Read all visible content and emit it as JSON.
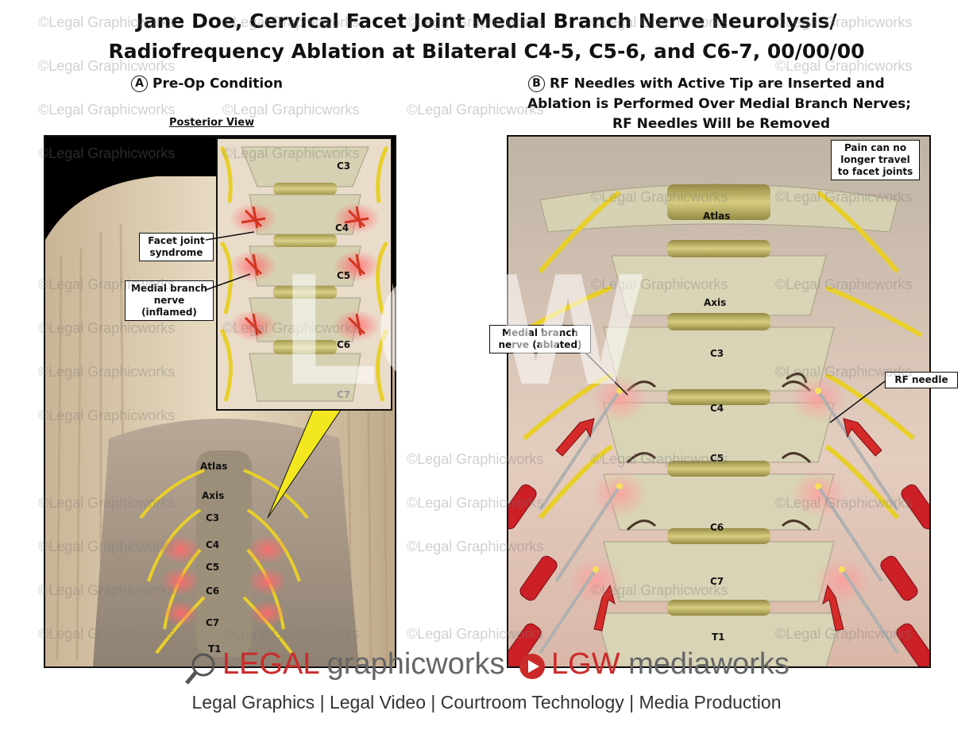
{
  "title_line1": "Jane Doe, Cervical Facet Joint Medial Branch Nerve Neurolysis/",
  "title_line2": "Radiofrequency Ablation at Bilateral C4-5, C5-6, and C6-7, 00/00/00",
  "panel_a": {
    "letter": "A",
    "heading": "Pre-Op Condition",
    "view": "Posterior View",
    "callouts": {
      "facet": "Facet joint syndrome",
      "medial": "Medial branch nerve (inflamed)"
    },
    "inset_labels": [
      "C3",
      "C4",
      "C5",
      "C6",
      "C7"
    ],
    "neck_labels": [
      "Atlas",
      "Axis",
      "C3",
      "C4",
      "C5",
      "C6",
      "C7",
      "T1"
    ]
  },
  "panel_b": {
    "letter": "B",
    "heading_line1": "RF Needles with Active Tip are Inserted and",
    "heading_line2": "Ablation is Performed Over Medial Branch Nerves;",
    "heading_line3": "RF Needles Will be Removed",
    "callouts": {
      "pain": "Pain can no longer travel to facet joints",
      "medial": "Medial branch nerve (ablated)",
      "needle": "RF needle"
    },
    "labels": [
      "Atlas",
      "Axis",
      "C3",
      "C4",
      "C5",
      "C6",
      "C7",
      "T1"
    ]
  },
  "watermark": "©Legal Graphicworks",
  "big_watermark": "LGW",
  "footer": {
    "brand1_bold": "LEGAL",
    "brand1_rest": " graphicworks",
    "brand2_bold": "LGW",
    "brand2_rest": " mediaworks",
    "tagline": "Legal Graphics | Legal Video | Courtroom Technology | Media Production"
  },
  "colors": {
    "nerve": "#e8cf2a",
    "inflamed": "#e05030",
    "bone": "#ddd6b8",
    "needle_handle": "#cc1f26",
    "arrow": "#d42a2a",
    "brand_red": "#cc2a2a"
  }
}
